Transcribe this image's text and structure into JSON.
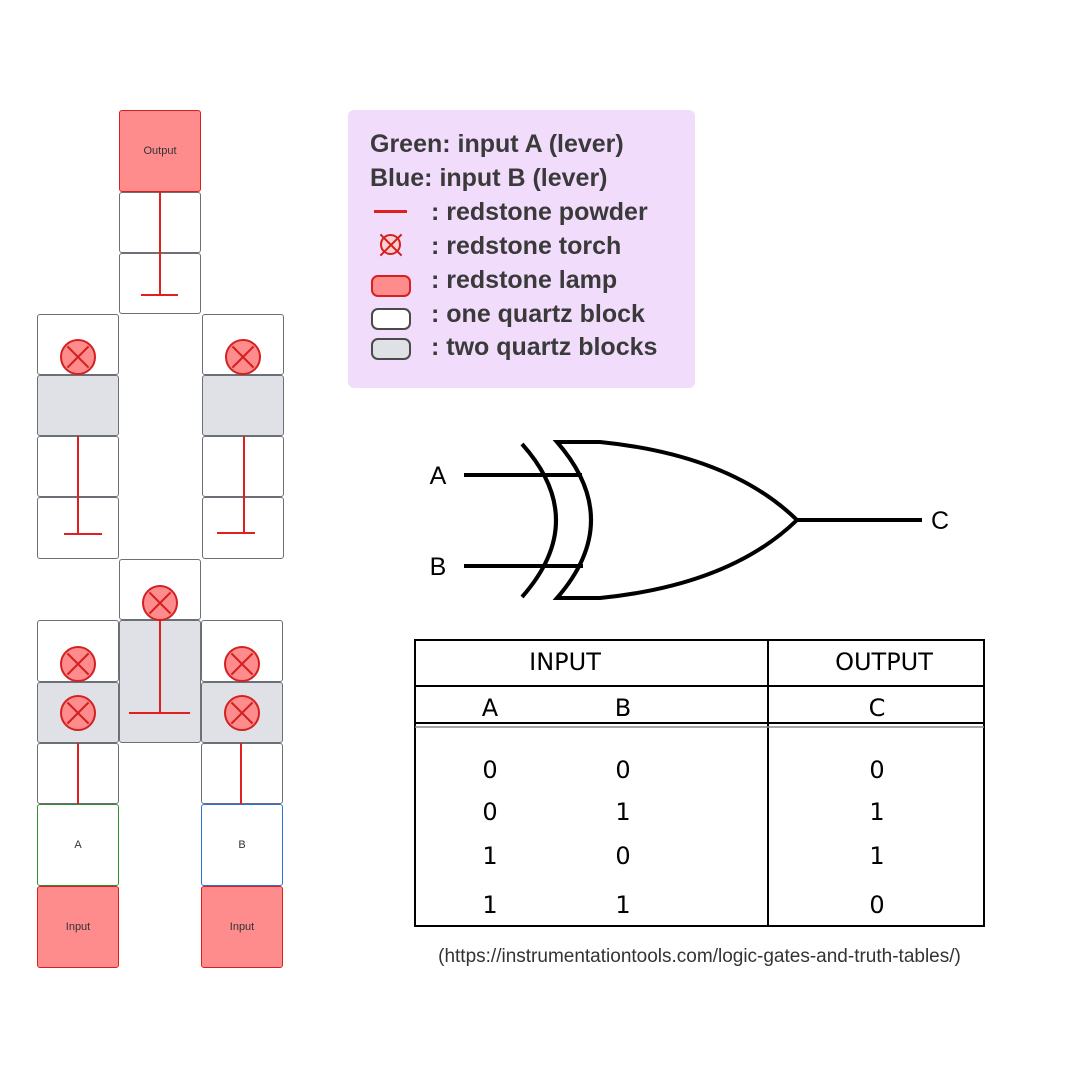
{
  "circuit": {
    "output_label": "Output",
    "input_a_label": "A",
    "input_b_label": "B",
    "input_label": "Input"
  },
  "legend": {
    "green": "Green: input A (lever)",
    "blue": "Blue: input B (lever)",
    "items": [
      {
        "symbol": "redstone-powder-icon",
        "label": ": redstone powder"
      },
      {
        "symbol": "redstone-torch-icon",
        "label": ": redstone torch"
      },
      {
        "symbol": "redstone-lamp-icon",
        "label": ": redstone lamp"
      },
      {
        "symbol": "one-quartz-block-icon",
        "label": ": one quartz block"
      },
      {
        "symbol": "two-quartz-blocks-icon",
        "label": ": two quartz blocks"
      }
    ]
  },
  "gate": {
    "input_a": "A",
    "input_b": "B",
    "output": "C"
  },
  "truth_table": {
    "group_headers": [
      "INPUT",
      "OUTPUT"
    ],
    "columns": [
      "A",
      "B",
      "C"
    ],
    "rows": [
      [
        "0",
        "0",
        "0"
      ],
      [
        "0",
        "1",
        "1"
      ],
      [
        "1",
        "0",
        "1"
      ],
      [
        "1",
        "1",
        "0"
      ]
    ]
  },
  "source": "(https://instrumentationtools.com/logic-gates-and-truth-tables/)",
  "colors": {
    "lamp": "#ff8c8c",
    "redstone": "#e02020",
    "quartz_double": "#dfe1e6",
    "legend_bg": "#f2dcfb",
    "input_a_border": "#2f8f2f",
    "input_b_border": "#2a72d8"
  }
}
